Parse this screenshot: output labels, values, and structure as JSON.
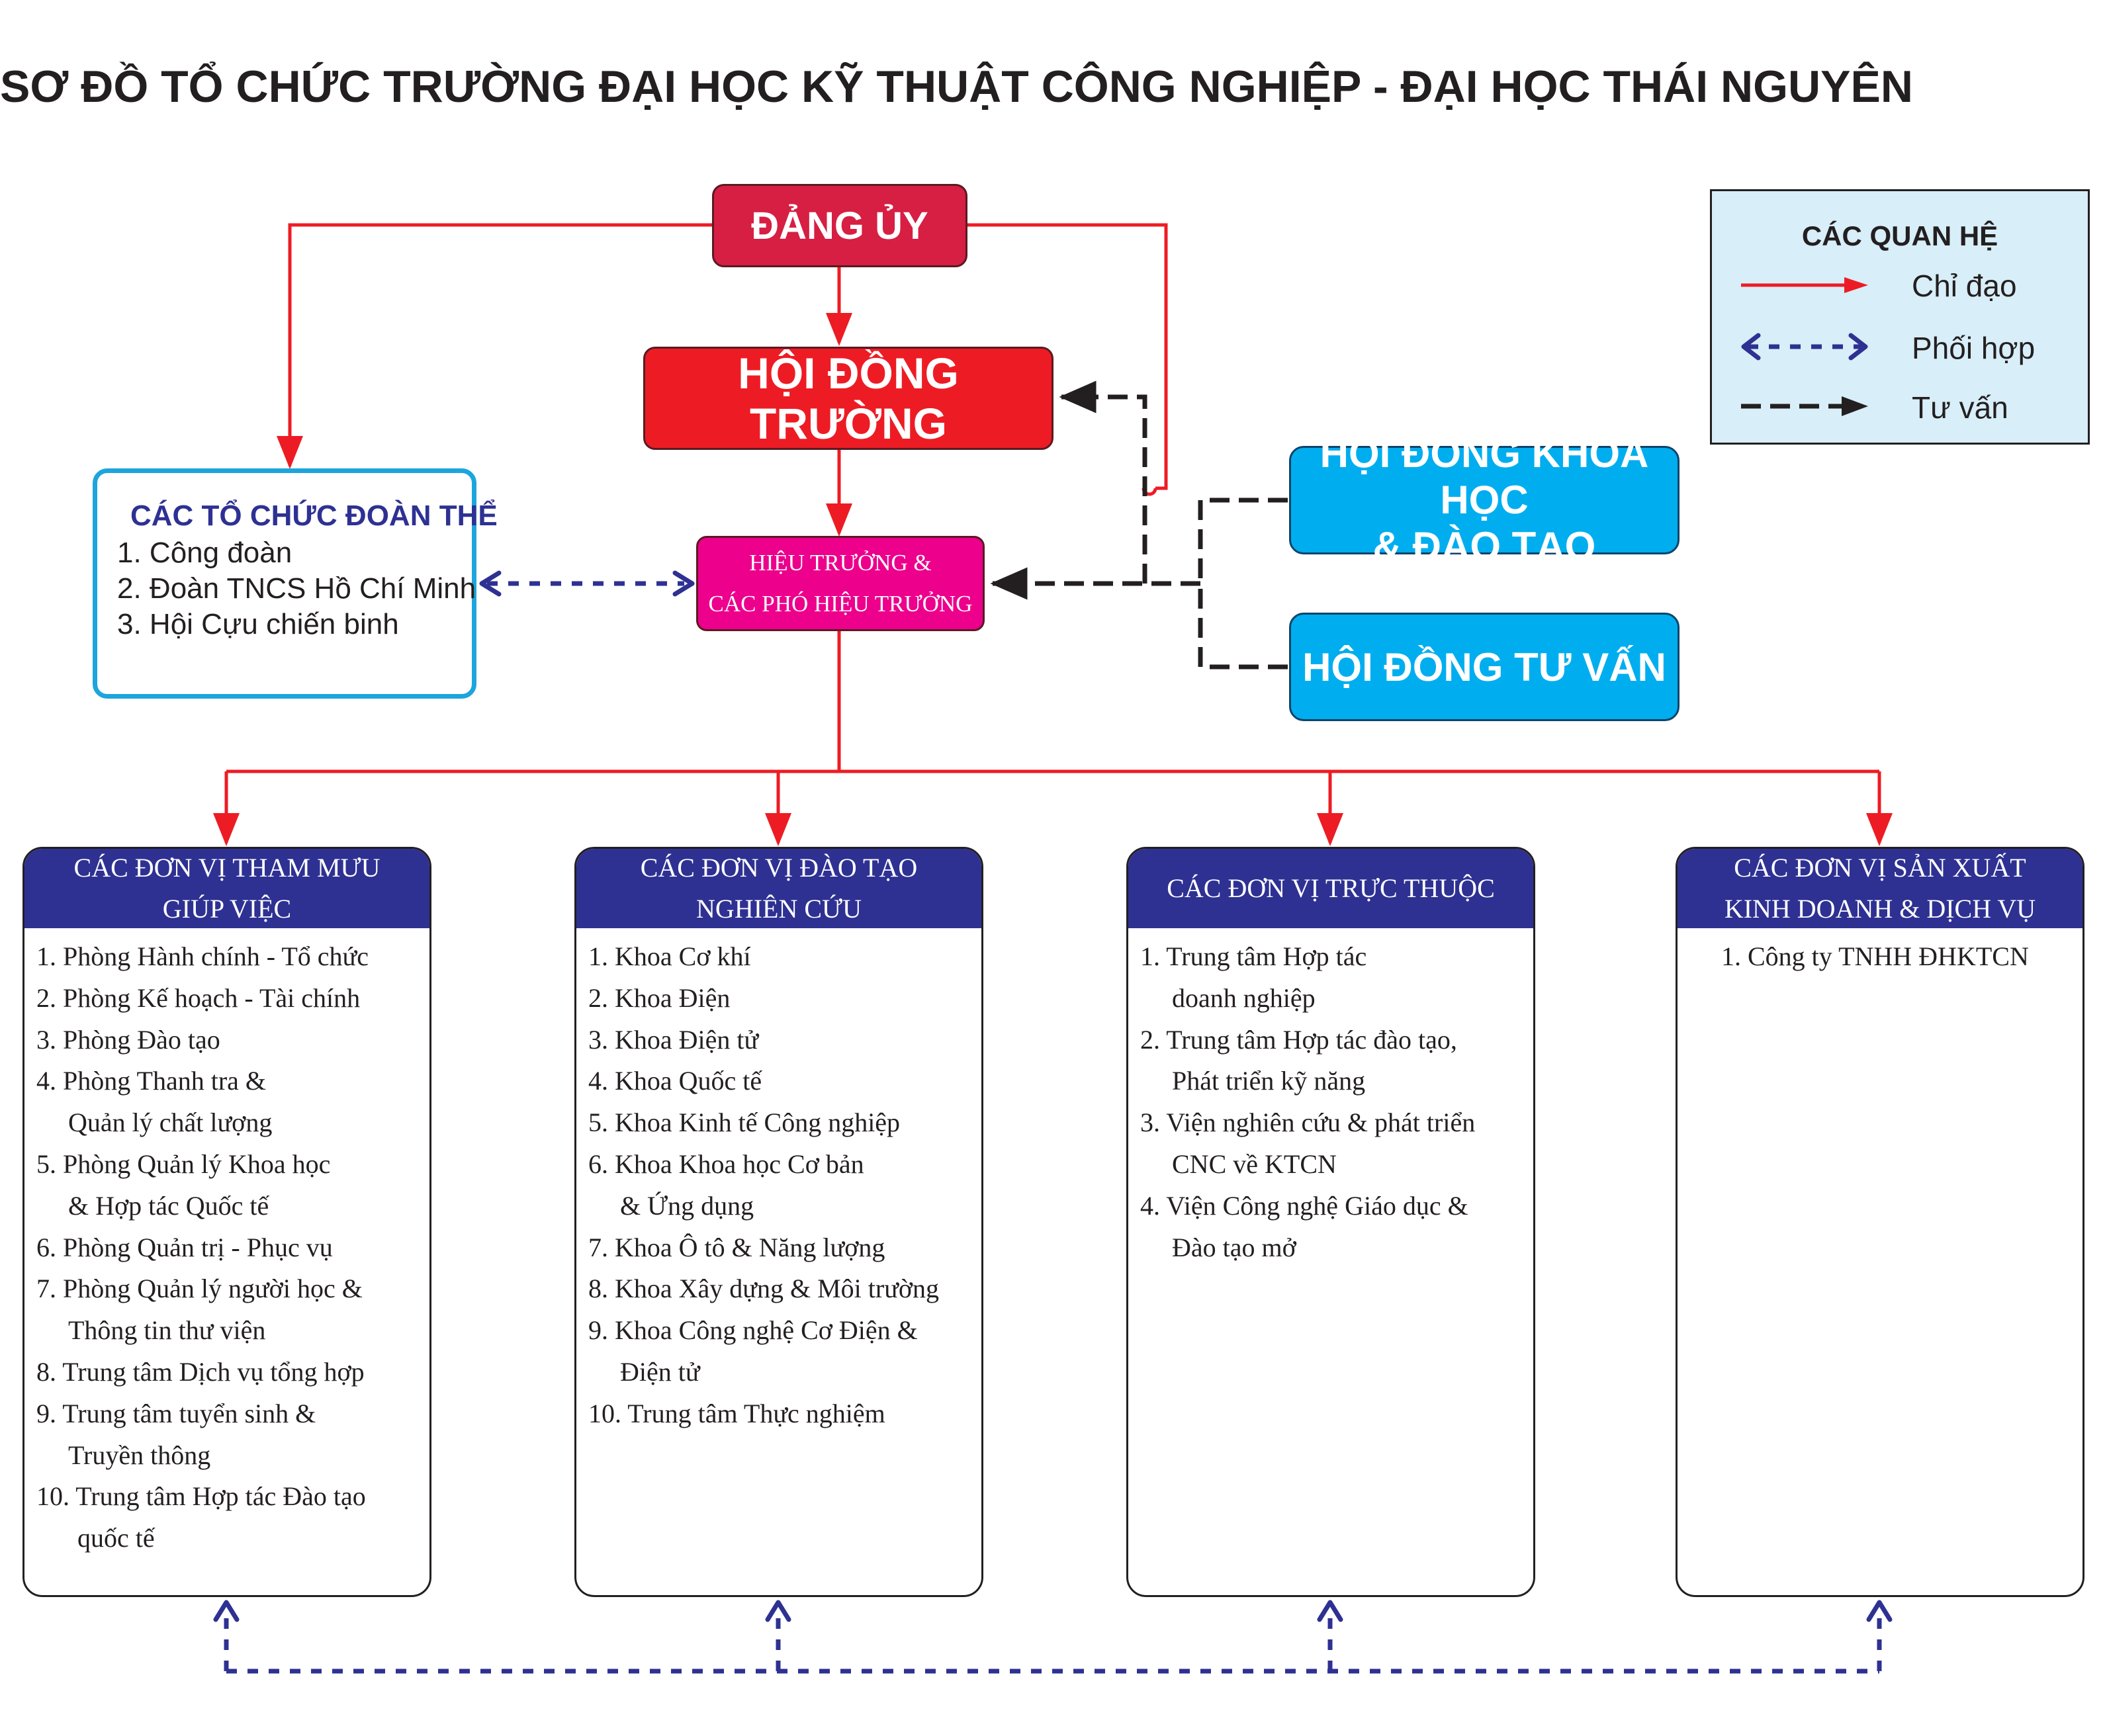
{
  "title": "SƠ ĐỒ TỔ CHỨC TRƯỜNG ĐẠI HỌC KỸ THUẬT CÔNG NGHIỆP - ĐẠI HỌC THÁI NGUYÊN",
  "colors": {
    "directive": "#ed1c24",
    "coordination": "#2e3192",
    "advisory": "#231f20",
    "party_committee": "#d61f43",
    "school_council": "#ed1c24",
    "rector": "#ec008c",
    "councils": "#00aeef",
    "unit_header": "#2e3192"
  },
  "party_committee": {
    "label": "ĐẢNG ỦY"
  },
  "school_council": {
    "label": "HỘI ĐỒNG TRƯỜNG"
  },
  "rector": {
    "line1": "HIỆU TRƯỞNG &",
    "line2": "CÁC PHÓ HIỆU TRƯỞNG"
  },
  "science_council": {
    "line1": "HỘI ĐỒNG KHOA HỌC",
    "line2": "& ĐÀO TẠO"
  },
  "advisory_council": {
    "label": "HỘI ĐỒNG TƯ VẤN"
  },
  "unions": {
    "title": "CÁC TỔ CHỨC ĐOÀN THỂ",
    "items": [
      "1. Công đoàn",
      "2. Đoàn TNCS Hồ Chí Minh",
      "3. Hội Cựu chiến binh"
    ]
  },
  "legend": {
    "title": "CÁC QUAN HỆ",
    "directive": "Chỉ đạo",
    "coordination": "Phối hợp",
    "advisory": "Tư vấn"
  },
  "units": [
    {
      "title_line1": "CÁC ĐƠN VỊ THAM MƯU",
      "title_line2": "GIÚP VIỆC",
      "items": [
        {
          "main": "1. Phòng Hành chính - Tổ chức"
        },
        {
          "main": "2. Phòng Kế hoạch - Tài chính"
        },
        {
          "main": "3. Phòng Đào tạo"
        },
        {
          "main": "4. Phòng Thanh tra &",
          "cont": "Quản lý chất lượng"
        },
        {
          "main": "5. Phòng Quản lý Khoa học",
          "cont": "& Hợp tác Quốc tế"
        },
        {
          "main": "6. Phòng Quản trị - Phục vụ"
        },
        {
          "main": "7. Phòng Quản lý người học &",
          "cont": "Thông tin thư viện"
        },
        {
          "main": "8. Trung tâm Dịch vụ tổng hợp"
        },
        {
          "main": "9. Trung tâm tuyển sinh &",
          "cont": "Truyền thông"
        },
        {
          "main": "10. Trung tâm Hợp tác Đào tạo",
          "cont": "quốc tế"
        }
      ]
    },
    {
      "title_line1": "CÁC ĐƠN VỊ ĐÀO TẠO",
      "title_line2": "NGHIÊN CỨU",
      "items": [
        {
          "main": "1. Khoa Cơ khí"
        },
        {
          "main": "2. Khoa Điện"
        },
        {
          "main": "3. Khoa Điện tử"
        },
        {
          "main": "4. Khoa Quốc tế"
        },
        {
          "main": "5. Khoa Kinh tế Công nghiệp"
        },
        {
          "main": "6. Khoa Khoa học Cơ bản",
          "cont": "& Ứng dụng"
        },
        {
          "main": "7. Khoa Ô tô & Năng lượng"
        },
        {
          "main": "8. Khoa Xây dựng & Môi trường"
        },
        {
          "main": "9. Khoa Công nghệ Cơ Điện &",
          "cont": "Điện tử"
        },
        {
          "main": "10. Trung tâm Thực nghiệm"
        }
      ]
    },
    {
      "title_line1": "CÁC ĐƠN VỊ TRỰC THUỘC",
      "title_line2": "",
      "items": [
        {
          "main": "1. Trung tâm Hợp tác",
          "cont": "doanh nghiệp"
        },
        {
          "main": "2. Trung tâm Hợp tác đào tạo,",
          "cont": "Phát triển kỹ năng"
        },
        {
          "main": "3. Viện nghiên cứu & phát triển",
          "cont": "CNC về KTCN"
        },
        {
          "main": "4. Viện Công nghệ Giáo dục &",
          "cont": "Đào tạo mở"
        }
      ]
    },
    {
      "title_line1": "CÁC ĐƠN VỊ SẢN XUẤT",
      "title_line2": "KINH DOANH & DỊCH VỤ",
      "items": [
        {
          "main": "1. Công ty TNHH ĐHKTCN"
        }
      ]
    }
  ]
}
